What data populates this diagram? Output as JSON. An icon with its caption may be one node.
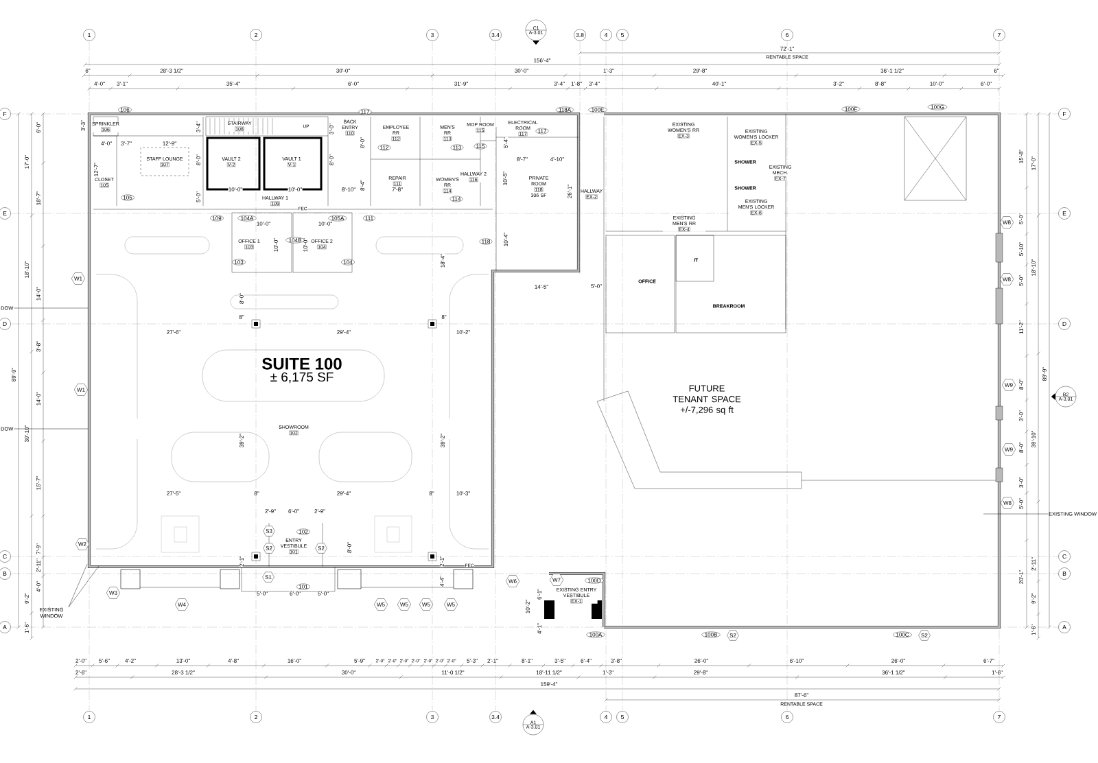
{
  "diagram": {
    "nodes": [
      {
        "text": [
          "1"
        ]
      },
      {
        "text": [
          "2"
        ]
      },
      {
        "text": [
          "3"
        ]
      },
      {
        "text": [
          "3.4"
        ]
      },
      {
        "text": [
          "3.8"
        ]
      },
      {
        "text": [
          "4"
        ]
      },
      {
        "text": [
          "5"
        ]
      },
      {
        "text": [
          "6"
        ]
      },
      {
        "text": [
          "7"
        ]
      },
      {
        "text": [
          "C1",
          "A-3.01"
        ]
      },
      {
        "text": [
          "F"
        ]
      },
      {
        "text": [
          "E"
        ]
      },
      {
        "text": [
          "D"
        ]
      },
      {
        "text": [
          "C"
        ]
      },
      {
        "text": [
          "B"
        ]
      },
      {
        "text": [
          "A"
        ]
      },
      {
        "text": [
          "F"
        ]
      },
      {
        "text": [
          "E"
        ]
      },
      {
        "text": [
          "D"
        ]
      },
      {
        "text": [
          "C"
        ]
      },
      {
        "text": [
          "B"
        ]
      },
      {
        "text": [
          "A"
        ]
      },
      {
        "text": [
          "B2",
          "A-3.01"
        ]
      },
      {
        "text": [
          "1"
        ]
      },
      {
        "text": [
          "2"
        ]
      },
      {
        "text": [
          "3"
        ]
      },
      {
        "text": [
          "3.4"
        ]
      },
      {
        "text": [
          "4"
        ]
      },
      {
        "text": [
          "5"
        ]
      },
      {
        "text": [
          "6"
        ]
      },
      {
        "text": [
          "7"
        ]
      },
      {
        "text": [
          "A1",
          "A-3.01"
        ]
      },
      {
        "text": [
          "SPRINKLER",
          "106"
        ]
      },
      {
        "text": [
          "STAFF LOUNGE",
          "107"
        ]
      },
      {
        "text": [
          "CLOSET",
          "105"
        ]
      },
      {
        "text": [
          "STAIRWAY",
          "108"
        ]
      },
      {
        "text": [
          "VAULT 2",
          "V-2"
        ]
      },
      {
        "text": [
          "VAULT 1",
          "V-1"
        ]
      },
      {
        "text": [
          "BACK ENTRY",
          "110"
        ]
      },
      {
        "text": [
          "EMPLOYEE RR",
          "112"
        ]
      },
      {
        "text": [
          "MEN'S RR",
          "113"
        ]
      },
      {
        "text": [
          "MOP ROOM",
          "115"
        ]
      },
      {
        "text": [
          "ELECTRICAL ROOM",
          "117"
        ]
      },
      {
        "text": [
          "REPAIR",
          "111"
        ]
      },
      {
        "text": [
          "WOMEN'S RR",
          "114"
        ]
      },
      {
        "text": [
          "HALLWAY 2",
          "116"
        ]
      },
      {
        "text": [
          "PRIVATE ROOM",
          "118",
          "306 SF"
        ]
      },
      {
        "text": [
          "HALLWAY 1",
          "109"
        ]
      },
      {
        "text": [
          "HALLWAY",
          "EX-2"
        ]
      },
      {
        "text": [
          "EXISTING WOMEN'S RR",
          "EX-3"
        ]
      },
      {
        "text": [
          "EXISTING WOMEN'S LOCKER",
          "EX-5"
        ]
      },
      {
        "text": [
          "SHOWER"
        ]
      },
      {
        "text": [
          "EXISTING MECH.",
          "EX-7"
        ]
      },
      {
        "text": [
          "SHOWER"
        ]
      },
      {
        "text": [
          "EXISTING MEN'S LOCKER",
          "EX-6"
        ]
      },
      {
        "text": [
          "EXISTING MEN'S RR",
          "EX-4"
        ]
      },
      {
        "text": [
          "OFFICE"
        ]
      },
      {
        "text": [
          "IT"
        ]
      },
      {
        "text": [
          "BREAKROOM"
        ]
      },
      {
        "text": [
          "OFFICE 1",
          "103"
        ]
      },
      {
        "text": [
          "OFFICE 2",
          "104"
        ]
      },
      {
        "text": [
          "SUITE 100",
          "± 6,175 SF"
        ]
      },
      {
        "text": [
          "SHOWROOM",
          "102"
        ]
      },
      {
        "text": [
          "FUTURE TENANT SPACE",
          "+/-7,296 sq ft"
        ]
      },
      {
        "text": [
          "ENTRY VESTIBULE",
          "101"
        ]
      },
      {
        "text": [
          "EXISTING ENTRY VESTIBULE",
          "EX-1"
        ]
      },
      {
        "text": [
          "106"
        ]
      },
      {
        "text": [
          "117"
        ]
      },
      {
        "text": [
          "118A"
        ]
      },
      {
        "text": [
          "100E"
        ]
      },
      {
        "text": [
          "100F"
        ]
      },
      {
        "text": [
          "100G"
        ]
      },
      {
        "text": [
          "112"
        ]
      },
      {
        "text": [
          "113"
        ]
      },
      {
        "text": [
          "115"
        ]
      },
      {
        "text": [
          "117"
        ]
      },
      {
        "text": [
          "105"
        ]
      },
      {
        "text": [
          "114"
        ]
      },
      {
        "text": [
          "109"
        ]
      },
      {
        "text": [
          "104A"
        ]
      },
      {
        "text": [
          "104B"
        ]
      },
      {
        "text": [
          "105A"
        ]
      },
      {
        "text": [
          "111"
        ]
      },
      {
        "text": [
          "103"
        ]
      },
      {
        "text": [
          "104"
        ]
      },
      {
        "text": [
          "118"
        ]
      },
      {
        "text": [
          "102"
        ]
      },
      {
        "text": [
          "101"
        ]
      },
      {
        "text": [
          "100D"
        ]
      },
      {
        "text": [
          "100A"
        ]
      },
      {
        "text": [
          "100B"
        ]
      },
      {
        "text": [
          "100C"
        ]
      },
      {
        "text": [
          "W1"
        ]
      },
      {
        "text": [
          "W1"
        ]
      },
      {
        "text": [
          "W2"
        ]
      },
      {
        "text": [
          "W3"
        ]
      },
      {
        "text": [
          "W4"
        ]
      },
      {
        "text": [
          "W5"
        ]
      },
      {
        "text": [
          "W5"
        ]
      },
      {
        "text": [
          "W5"
        ]
      },
      {
        "text": [
          "W5"
        ]
      },
      {
        "text": [
          "W6"
        ]
      },
      {
        "text": [
          "W7"
        ]
      },
      {
        "text": [
          "W8"
        ]
      },
      {
        "text": [
          "W8"
        ]
      },
      {
        "text": [
          "W9"
        ]
      },
      {
        "text": [
          "W9"
        ]
      },
      {
        "text": [
          "W8"
        ]
      },
      {
        "text": [
          "S3"
        ]
      },
      {
        "text": [
          "S2"
        ]
      },
      {
        "text": [
          "S2"
        ]
      },
      {
        "text": [
          "S1"
        ]
      },
      {
        "text": [
          "S2"
        ]
      },
      {
        "text": [
          "S2"
        ]
      },
      {
        "text": [
          "EXISTING WINDOW"
        ]
      },
      {
        "text": [
          "EXISTING WINDOW"
        ]
      },
      {
        "text": [
          "DOW"
        ]
      },
      {
        "text": [
          "DOW"
        ]
      }
    ],
    "edges": [
      {
        "from": 114,
        "to": null,
        "arrow": "none"
      },
      {
        "from": 114,
        "to": null,
        "arrow": "none"
      },
      {
        "from": 115,
        "to": null,
        "arrow": "none"
      },
      {
        "from": 116,
        "to": null,
        "arrow": "none"
      },
      {
        "from": 117,
        "to": null,
        "arrow": "none"
      }
    ],
    "labels": [
      "72'-1\"",
      "RENTABLE SPACE",
      "156'-4\"",
      "6\"",
      "28'-3 1/2\"",
      "30'-0\"",
      "30'-0\"",
      "1'-3\"",
      "29'-8\"",
      "36'-1 1/2\"",
      "6\"",
      "4'-0\"",
      "3'-1\"",
      "35'-4\"",
      "6'-0\"",
      "31'-9\"",
      "3'-4\"",
      "1'-8\"",
      "3'-4\"",
      "40'-1\"",
      "3'-2\"",
      "8'-8\"",
      "10'-0\"",
      "6'-0\"",
      "6'-0\"",
      "17'-0\"",
      "18'-7\"",
      "18'-10\"",
      "14'-0\"",
      "3'-8\"",
      "89'-9\"",
      "14'-0\"",
      "39'-10\"",
      "15'-7\"",
      "7'-9\"",
      "2'-11\"",
      "4'-0\"",
      "9'-2\"",
      "1'-6\"",
      "15'-8\"",
      "17'-0\"",
      "5'-0\"",
      "5'-10\"",
      "18'-10\"",
      "5'-0\"",
      "11'-2\"",
      "89'-9\"",
      "8'-0\"",
      "3'-0\"",
      "39'-10\"",
      "8'-0\"",
      "3'-0\"",
      "5'-0\"",
      "20'-1\"",
      "2'-11\"",
      "9'-2\"",
      "1'-6\"",
      "2'-0\"",
      "5'-6\"",
      "4'-2\"",
      "13'-0\"",
      "4'-8\"",
      "16'-0\"",
      "5'-9\"",
      "2'-0\"",
      "2'-0\"",
      "2'-0\"",
      "2'-0\"",
      "2'-0\"",
      "2'-0\"",
      "2'-0\"",
      "5'-3\"",
      "2'-1\"",
      "8'-1\"",
      "3'-5\"",
      "6'-4\"",
      "3'-8\"",
      "26'-0\"",
      "6'-10\"",
      "26'-0\"",
      "6'-7\"",
      "2'-6\"",
      "28'-3 1/2\"",
      "30'-0\"",
      "11'-0 1/2\"",
      "18'-11 1/2\"",
      "1'-3\"",
      "29'-8\"",
      "36'-1 1/2\"",
      "1'-6\"",
      "159'-4\"",
      "87'-6\"",
      "RENTABLE SPACE",
      "4'-0\"",
      "3'-7\"",
      "12'-9\"",
      "3'-3\"",
      "12'-7\"",
      "3'-4\"",
      "8'-0\"",
      "5'-0\"",
      "10'-0\"",
      "10'-0\"",
      "8'-10\"",
      "3'-0\"",
      "8'-0\"",
      "8'-0\"",
      "8'-4\"",
      "7'-8\"",
      "5'-4\"",
      "8'-7\"",
      "4'-10\"",
      "10'-5\"",
      "26'-1\"",
      "10'-0\"",
      "10'-0\"",
      "10'-0\"",
      "10'-0\"",
      "10'-4\"",
      "18'-4\"",
      "14'-5\"",
      "5'-0\"",
      "8'-0\"",
      "8\"",
      "27'-6\"",
      "29'-4\"",
      "10'-2\"",
      "8\"",
      "39'-2\"",
      "39'-2\"",
      "27'-5\"",
      "8\"",
      "29'-4\"",
      "8\"",
      "10'-3\"",
      "2'-9\"",
      "6'-0\"",
      "2'-9\"",
      "8'-0\"",
      "2'-1\"",
      "2'-1\"",
      "4'-4\"",
      "5'-0\"",
      "6'-0\"",
      "5'-0\"",
      "10'-2\"",
      "6'-1\"",
      "4'-1\"",
      "UP",
      "FEC",
      "FEC"
    ]
  }
}
